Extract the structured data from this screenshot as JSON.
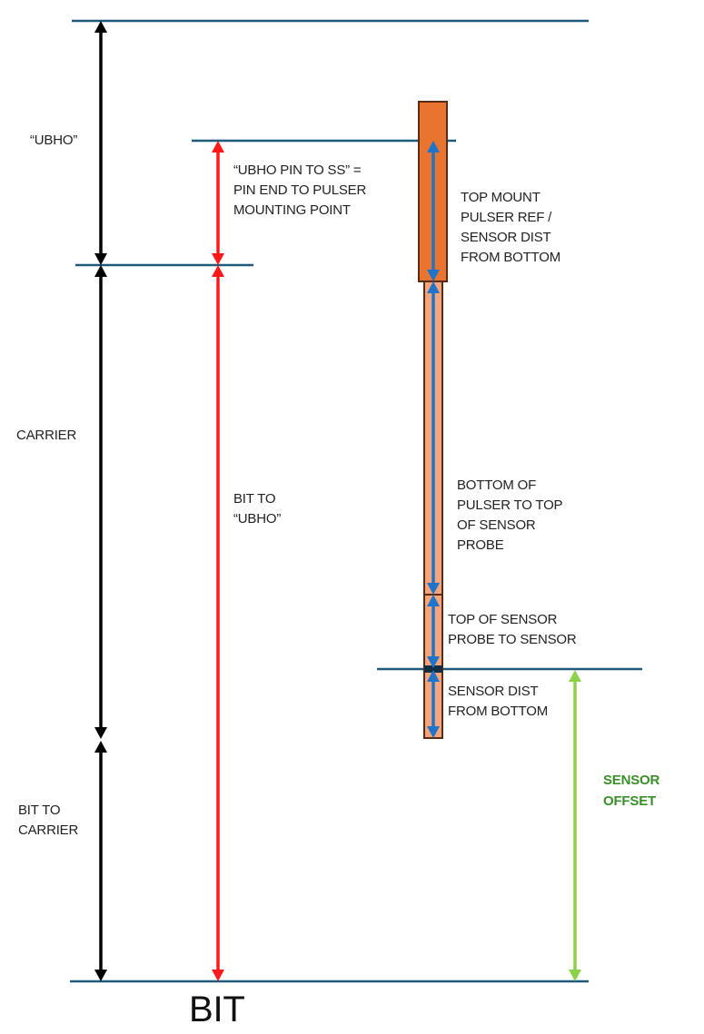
{
  "colors": {
    "reference_line": "#1f5a7a",
    "black_dim": "#000000",
    "red_dim": "#ff1a1a",
    "blue_dim": "#1f74c9",
    "green_dim": "#8cd14a",
    "pulser_fill": "#e8742f",
    "probe_fill": "#f4a57b",
    "tool_outline": "#5a2a12",
    "sensor_offset_text": "#3a8f2a"
  },
  "labels": {
    "ubho": "“UBHO”",
    "ubho_pin_to_ss": "“UBHO PIN TO SS” =\nPIN END TO PULSER\nMOUNTING POINT",
    "top_mount_pulser": "TOP MOUNT\nPULSER REF /\nSENSOR DIST\nFROM BOTTOM",
    "carrier": "CARRIER",
    "bit_to_ubho": "BIT TO\n“UBHO”",
    "bottom_of_pulser": "BOTTOM OF\nPULSER TO TOP\nOF SENSOR\nPROBE",
    "top_of_sensor_probe": "TOP OF SENSOR\nPROBE TO SENSOR",
    "sensor_dist_from_bottom": "SENSOR DIST\nFROM BOTTOM",
    "sensor_offset": "SENSOR\nOFFSET",
    "bit_to_carrier": "BIT TO\nCARRIER",
    "bit": "BIT"
  }
}
